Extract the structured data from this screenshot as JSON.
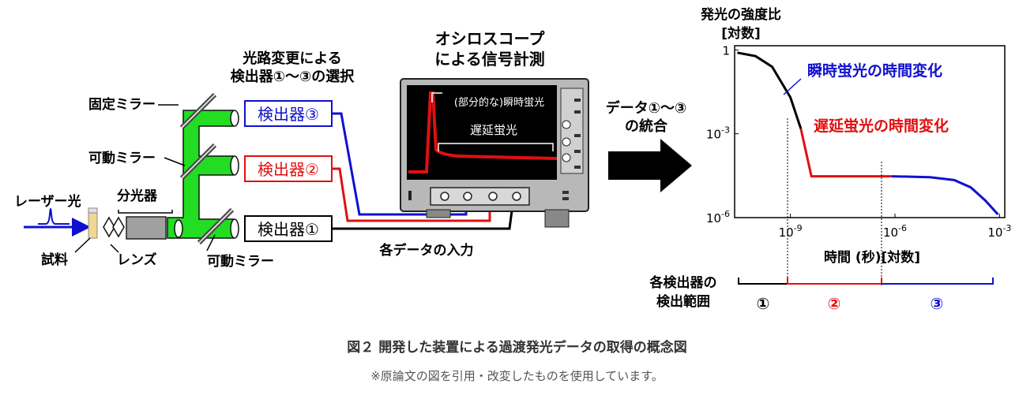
{
  "setup": {
    "title_selection": [
      "光路変更による",
      "検出器①～③の選択"
    ],
    "title_oscilloscope": [
      "オシロスコープ",
      "による信号計測"
    ],
    "label_fixed_mirror": "固定ミラー",
    "label_movable_mirror_top": "可動ミラー",
    "label_movable_mirror_bottom": "可動ミラー",
    "label_laser": "レーザー光",
    "label_sample": "試料",
    "label_lens": "レンズ",
    "label_monochromator": "分光器",
    "detector_3": "検出器③",
    "detector_2": "検出器②",
    "detector_1": "検出器①",
    "label_data_input": "各データの入力",
    "screen_prompt": "(部分的な)瞬時蛍光",
    "screen_delayed": "遅延蛍光",
    "merge_label": [
      "データ①～③",
      "の統合"
    ]
  },
  "colors": {
    "beam_green": "#22dd22",
    "detector_3": "#1010d0",
    "detector_2": "#e01010",
    "detector_1": "#000000",
    "screen_bg": "#000000",
    "laser_blue": "#1010d0",
    "sample_yellow": "#f0d890",
    "monochromator_gray": "#a0a0a0"
  },
  "chart_data": {
    "type": "line",
    "ylabel": [
      "発光の強度比",
      "[対数]"
    ],
    "xlabel": "時間 (秒)[対数]",
    "x_scale": "log",
    "y_scale": "log",
    "x_ticks": [
      "10^-9",
      "10^-6",
      "10^-3"
    ],
    "y_ticks": [
      "1",
      "10^-3",
      "10^-6"
    ],
    "annotation_prompt": "瞬時蛍光の時間変化",
    "annotation_delayed": "遅延蛍光の時間変化",
    "range_title": [
      "各検出器の",
      "検出範囲"
    ],
    "ranges": [
      {
        "label": "①",
        "detector": "1"
      },
      {
        "label": "②",
        "detector": "2"
      },
      {
        "label": "③",
        "detector": "3"
      }
    ],
    "series": [
      {
        "detector": "1",
        "points": [
          [
            3e-11,
            0.8
          ],
          [
            1e-10,
            0.6
          ],
          [
            3e-10,
            0.25
          ],
          [
            1e-09,
            0.02
          ],
          [
            2e-09,
            0.0015
          ]
        ]
      },
      {
        "detector": "2",
        "points": [
          [
            2e-09,
            0.0015
          ],
          [
            4e-09,
            3e-05
          ],
          [
            8e-07,
            3e-05
          ]
        ]
      },
      {
        "detector": "3",
        "points": [
          [
            8e-07,
            3e-05
          ],
          [
            1e-05,
            2.8e-05
          ],
          [
            5e-05,
            2.2e-05
          ],
          [
            0.00015,
            1.2e-05
          ],
          [
            0.0004,
            4e-06
          ],
          [
            0.0009,
            1.3e-06
          ]
        ]
      }
    ]
  },
  "caption": {
    "main": "図２ 開発した装置による過渡発光データの取得の概念図",
    "note": "※原論文の図を引用・改変したものを使用しています。"
  }
}
